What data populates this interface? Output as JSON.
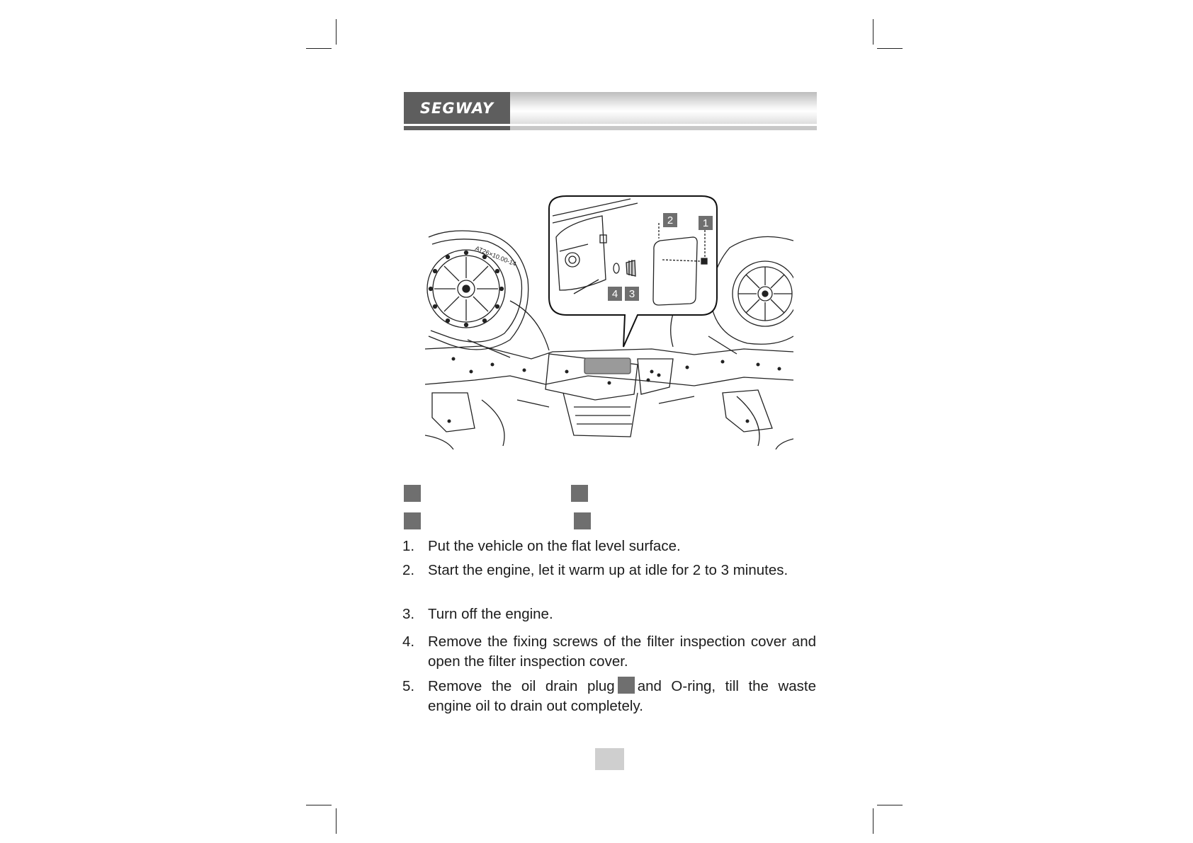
{
  "header": {
    "brand": "SEGWAY"
  },
  "figure": {
    "callouts": [
      "1",
      "2",
      "3",
      "4"
    ],
    "tire_marking": "AT26×10.00-14"
  },
  "legend": {
    "items": [
      {
        "label": ""
      },
      {
        "label": ""
      },
      {
        "label": ""
      },
      {
        "label": ""
      }
    ]
  },
  "steps": [
    {
      "num": "1.",
      "text": "Put the vehicle on the flat level surface."
    },
    {
      "num": "2.",
      "text": "Start the engine, let it warm up at idle for 2 to 3 minutes."
    },
    {
      "num": "3.",
      "text": "Turn off the engine."
    },
    {
      "num": "4.",
      "text": "Remove the fixing screws of the filter inspection cover and open the filter inspection cover."
    },
    {
      "num": "5.",
      "text_before": "Remove the oil drain plug",
      "text_after": "and O-ring, till the waste engine oil to drain out completely."
    }
  ],
  "page_number": "",
  "colors": {
    "header_dark": "#5e5e5e",
    "tag_gray": "#6f6f6f",
    "page_box": "#cfcfcf"
  }
}
